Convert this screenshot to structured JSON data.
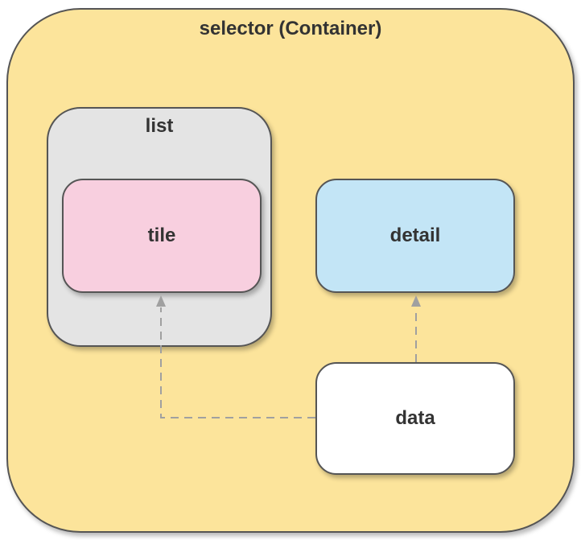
{
  "diagram": {
    "container": {
      "label": "selector (Container)"
    },
    "list": {
      "label": "list"
    },
    "tile": {
      "label": "tile"
    },
    "detail": {
      "label": "detail"
    },
    "data": {
      "label": "data"
    },
    "colors": {
      "container_fill": "#fce49b",
      "list_fill": "#e4e4e4",
      "tile_fill": "#f8cfdf",
      "detail_fill": "#c3e5f6",
      "data_fill": "#ffffff",
      "border": "#555555",
      "connector": "#a0a0a0"
    },
    "connections": [
      {
        "from": "data",
        "to": "tile",
        "style": "dashed-arrow"
      },
      {
        "from": "data",
        "to": "detail",
        "style": "dashed-arrow"
      }
    ]
  }
}
